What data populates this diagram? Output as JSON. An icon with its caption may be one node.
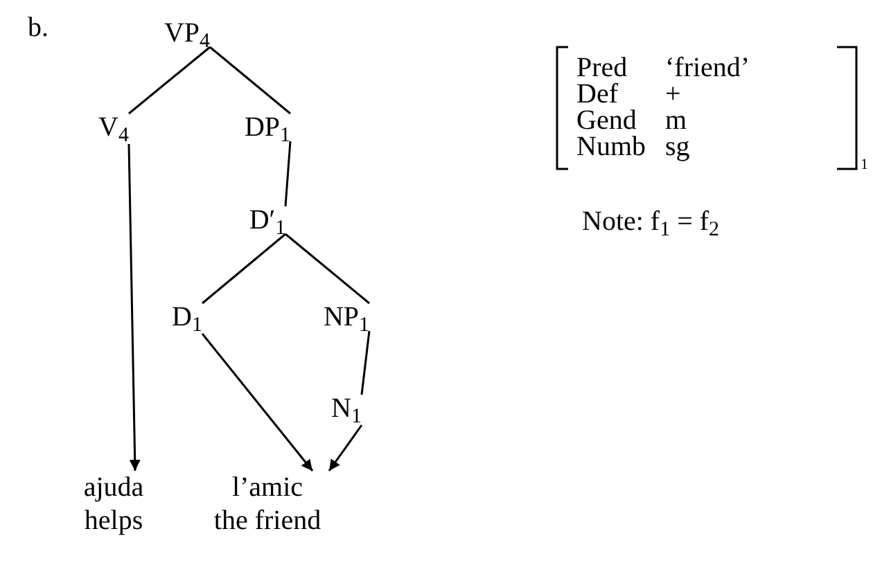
{
  "diagram": {
    "nodes": [
      {
        "text": [
          "VP$_{4}$"
        ]
      },
      {
        "text": [
          "V$_{4}$"
        ]
      },
      {
        "text": [
          "DP$_{1}$"
        ]
      },
      {
        "text": [
          "D′$_{1}$"
        ]
      },
      {
        "text": [
          "D$_{1}$"
        ]
      },
      {
        "text": [
          "NP$_{1}$"
        ]
      },
      {
        "text": [
          "N$_{1}$"
        ]
      },
      {
        "text": [
          "ajuda",
          "helps"
        ]
      },
      {
        "text": [
          "l’amic",
          "the friend"
        ]
      }
    ],
    "edges": [
      {
        "from": 0,
        "to": 1,
        "arrow": "none"
      },
      {
        "from": 0,
        "to": 2,
        "arrow": "none"
      },
      {
        "from": 2,
        "to": 3,
        "arrow": "none"
      },
      {
        "from": 3,
        "to": 4,
        "arrow": "none"
      },
      {
        "from": 3,
        "to": 5,
        "arrow": "none"
      },
      {
        "from": 5,
        "to": 6,
        "arrow": "none"
      },
      {
        "from": 1,
        "to": 7,
        "arrow": "to"
      },
      {
        "from": 4,
        "to": 8,
        "arrow": "to"
      },
      {
        "from": 6,
        "to": 8,
        "arrow": "to"
      }
    ],
    "labels": [
      "b.",
      "Pred",
      "‘friend’",
      "Def",
      "+",
      "Gend",
      "m",
      "Numb",
      "sg",
      "1",
      "Note: f$_{1}$ = f$_{2}$"
    ]
  }
}
